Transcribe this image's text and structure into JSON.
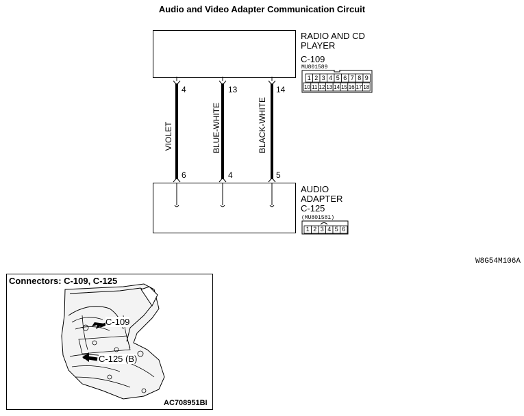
{
  "title": "Audio and Video Adapter Communication Circuit",
  "radio": {
    "label_line1": "RADIO AND CD",
    "label_line2": "PLAYER",
    "connector": "C-109",
    "part_no": "MU801589",
    "pins_top": [
      "1",
      "2",
      "3",
      "4",
      "5",
      "6",
      "7",
      "8",
      "9"
    ],
    "pins_bottom": [
      "10",
      "11",
      "12",
      "13",
      "14",
      "15",
      "16",
      "17",
      "18"
    ]
  },
  "adapter": {
    "label_line1": "AUDIO",
    "label_line2": "ADAPTER",
    "connector": "C-125",
    "part_no": "(MU801581)",
    "pins": [
      "1",
      "2",
      "3",
      "4",
      "5",
      "6"
    ]
  },
  "wires": [
    {
      "color_name": "VIOLET",
      "top_pin": "4",
      "bottom_pin": "6"
    },
    {
      "color_name": "BLUE-WHITE",
      "top_pin": "13",
      "bottom_pin": "4"
    },
    {
      "color_name": "BLACK-WHITE",
      "top_pin": "14",
      "bottom_pin": "5"
    }
  ],
  "diagram_code": "W8G54M106A",
  "inset": {
    "title": "Connectors: C-109, C-125",
    "callout1": "C-109",
    "callout2": "C-125 (B)",
    "image_code": "AC708951BI"
  }
}
